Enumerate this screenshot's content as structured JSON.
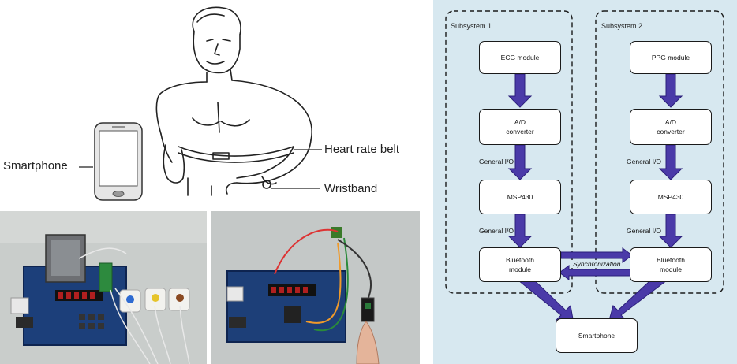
{
  "illustration": {
    "labels": {
      "smartphone": "Smartphone",
      "heart_rate_belt": "Heart rate belt",
      "wristband": "Wristband"
    }
  },
  "diagram": {
    "subsystem1": {
      "title": "Subsystem 1",
      "boxes": [
        "ECG module",
        "A/D\nconverter",
        "MSP430",
        "Bluetooth\nmodule"
      ],
      "link_labels": [
        "General I/O",
        "General I/O"
      ]
    },
    "subsystem2": {
      "title": "Subsystem 2",
      "boxes": [
        "PPG module",
        "A/D\nconverter",
        "MSP430",
        "Bluetooth\nmodule"
      ],
      "link_labels": [
        "General I/O",
        "General I/O"
      ]
    },
    "sync_label": "Synchronization",
    "smartphone": "Smartphone",
    "colors": {
      "background": "#d7e8f0",
      "arrow": "#4a3aa8",
      "arrow_stroke": "#2b1f7a"
    }
  }
}
